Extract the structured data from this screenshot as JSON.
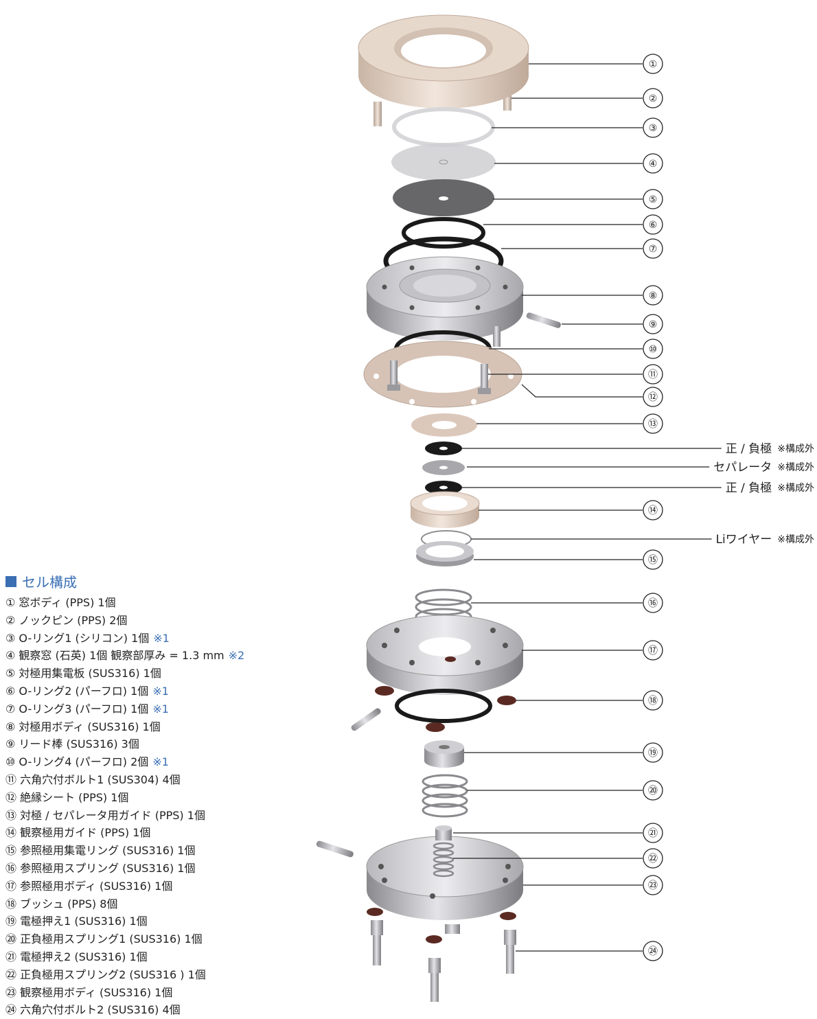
{
  "callouts": [
    "①",
    "②",
    "③",
    "④",
    "⑤",
    "⑥",
    "⑦",
    "⑧",
    "⑨",
    "⑩",
    "⑪",
    "⑫",
    "⑬",
    "⑭",
    "⑮",
    "⑯",
    "⑰",
    "⑱",
    "⑲",
    "⑳",
    "㉑",
    "㉒",
    "㉓",
    "㉔"
  ],
  "external": [
    {
      "label": "正 / 負極",
      "note": "※構成外"
    },
    {
      "label": "セパレータ",
      "note": "※構成外"
    },
    {
      "label": "正 / 負極",
      "note": "※構成外"
    },
    {
      "label": "Liワイヤー",
      "note": "※構成外"
    }
  ],
  "parts": {
    "heading": "セル構成",
    "items": [
      {
        "text": "① 窓ボディ (PPS) 1個",
        "note": ""
      },
      {
        "text": "② ノックピン (PPS) 2個",
        "note": ""
      },
      {
        "text": "③ O-リング1 (シリコン) 1個",
        "note": "※1"
      },
      {
        "text": "④ 観察窓 (石英) 1個 観察部厚み = 1.3 mm",
        "note": "※2"
      },
      {
        "text": "⑤ 対極用集電板 (SUS316) 1個",
        "note": ""
      },
      {
        "text": "⑥ O-リング2 (パーフロ) 1個",
        "note": "※1"
      },
      {
        "text": "⑦ O-リング3 (パーフロ) 1個",
        "note": "※1"
      },
      {
        "text": "⑧ 対極用ボディ (SUS316) 1個",
        "note": ""
      },
      {
        "text": "⑨ リード棒 (SUS316) 3個",
        "note": ""
      },
      {
        "text": "⑩ O-リング4 (パーフロ) 2個",
        "note": "※1"
      },
      {
        "text": "⑪ 六角穴付ボルト1 (SUS304) 4個",
        "note": ""
      },
      {
        "text": "⑫ 絶縁シート (PPS) 1個",
        "note": ""
      },
      {
        "text": "⑬ 対極 / セパレータ用ガイド (PPS) 1個",
        "note": ""
      },
      {
        "text": "⑭ 観察極用ガイド (PPS) 1個",
        "note": ""
      },
      {
        "text": "⑮ 参照極用集電リング (SUS316) 1個",
        "note": ""
      },
      {
        "text": "⑯ 参照極用スプリング (SUS316) 1個",
        "note": ""
      },
      {
        "text": "⑰ 参照極用ボディ (SUS316) 1個",
        "note": ""
      },
      {
        "text": "⑱ ブッシュ (PPS) 8個",
        "note": ""
      },
      {
        "text": "⑲ 電極押え1 (SUS316) 1個",
        "note": ""
      },
      {
        "text": "⑳ 正負極用スプリング1 (SUS316) 1個",
        "note": ""
      },
      {
        "text": "㉑ 電極押え2 (SUS316) 1個",
        "note": ""
      },
      {
        "text": "㉒ 正負極用スプリング2 (SUS316 ) 1個",
        "note": ""
      },
      {
        "text": "㉓ 観察極用ボディ (SUS316) 1個",
        "note": ""
      },
      {
        "text": "㉔ 六角穴付ボルト2 (SUS316) 4個",
        "note": ""
      }
    ]
  }
}
